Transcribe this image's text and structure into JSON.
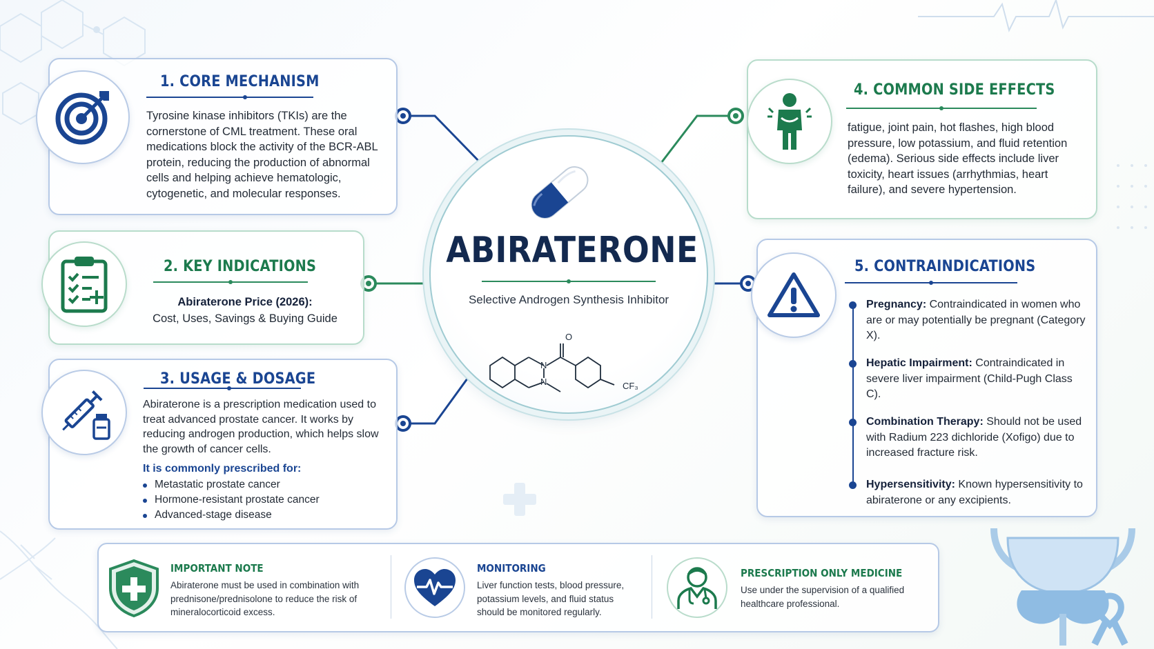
{
  "center": {
    "name": "ABIRATERONE",
    "subtitle": "Selective Androgen Synthesis Inhibitor",
    "structure_labels": {
      "oxygen": "O",
      "n1": "N",
      "n2": "N",
      "cf3": "CF₃"
    }
  },
  "sections": {
    "mechanism": {
      "title": "1. CORE MECHANISM",
      "text": "Tyrosine kinase inhibitors (TKIs) are the cornerstone of CML treatment. These oral medications block the activity of the BCR-ABL protein, reducing the production of abnormal cells and helping achieve hematologic, cytogenetic, and molecular responses.",
      "icon": "target-icon"
    },
    "indications": {
      "title": "2. KEY INDICATIONS",
      "line1": "Abiraterone Price (2026):",
      "line2": "Cost, Uses, Savings & Buying Guide",
      "icon": "clipboard-checklist-icon"
    },
    "usage": {
      "title": "3. USAGE & DOSAGE",
      "text": "Abiraterone is a prescription medication used to treat advanced prostate cancer. It works by reducing androgen production, which helps slow the growth of cancer cells.",
      "subheading": "It is commonly prescribed for:",
      "bullets": [
        "Metastatic prostate cancer",
        "Hormone-resistant prostate cancer",
        "Advanced-stage disease"
      ],
      "icon": "syringe-vial-icon"
    },
    "side_effects": {
      "title": "4. COMMON SIDE EFFECTS",
      "text": "fatigue, joint pain, hot flashes, high blood pressure, low potassium, and fluid retention (edema). Serious side effects include liver toxicity, heart issues (arrhythmias, heart failure), and severe hypertension.",
      "icon": "person-discomfort-icon"
    },
    "contraindications": {
      "title": "5. CONTRAINDICATIONS",
      "icon": "warning-triangle-icon",
      "items": [
        {
          "label": "Pregnancy:",
          "text": "Contraindicated in women who are or may potentially be pregnant (Category X)."
        },
        {
          "label": "Hepatic Impairment:",
          "text": "Contraindicated in severe liver impairment (Child-Pugh Class C)."
        },
        {
          "label": "Combination Therapy:",
          "text": "Should not be used with Radium 223 dichloride (Xofigo) due to increased fracture risk."
        },
        {
          "label": "Hypersensitivity:",
          "text": "Known hypersensitivity to abiraterone or any excipients."
        }
      ]
    }
  },
  "bottom": {
    "note": {
      "title": "IMPORTANT NOTE",
      "text": "Abiraterone must be used in combination with prednisone/prednisolone to reduce the risk of mineralocorticoid excess.",
      "icon": "shield-plus-icon"
    },
    "monitoring": {
      "title": "MONITORING",
      "text": "Liver function tests, blood pressure, potassium levels, and fluid status should be monitored regularly.",
      "icon": "heart-pulse-icon"
    },
    "prescription": {
      "title": "PRESCRIPTION ONLY MEDICINE",
      "text": "Use under the supervision of a qualified healthcare professional.",
      "icon": "doctor-icon"
    }
  },
  "colors": {
    "navy": "#1a4592",
    "green": "#1c7a4d",
    "teal_ring": "#9fcbd2",
    "text": "#232b36"
  }
}
